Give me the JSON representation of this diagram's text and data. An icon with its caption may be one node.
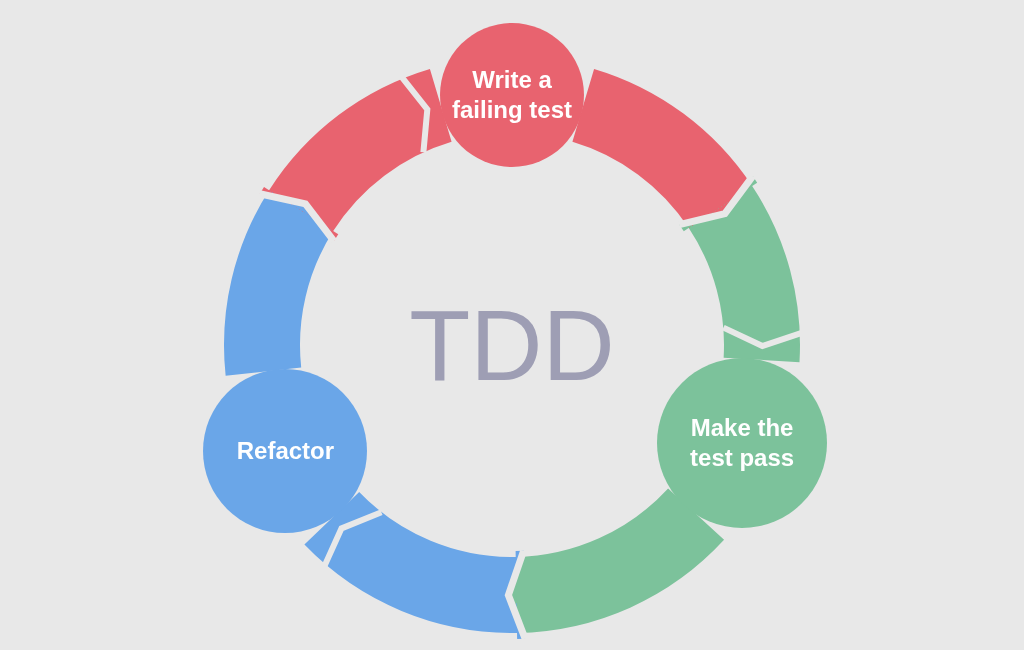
{
  "diagram": {
    "nodes": [
      {
        "text": [
          "Write a failing test"
        ]
      },
      {
        "text": [
          "Make the test pass"
        ]
      },
      {
        "text": [
          "Refactor"
        ]
      }
    ],
    "edges": [
      {
        "from": 0,
        "to": 1,
        "arrow": "to"
      },
      {
        "from": 1,
        "to": 2,
        "arrow": "to"
      },
      {
        "from": 2,
        "to": 0,
        "arrow": "to"
      }
    ],
    "labels": [
      "TDD"
    ]
  }
}
